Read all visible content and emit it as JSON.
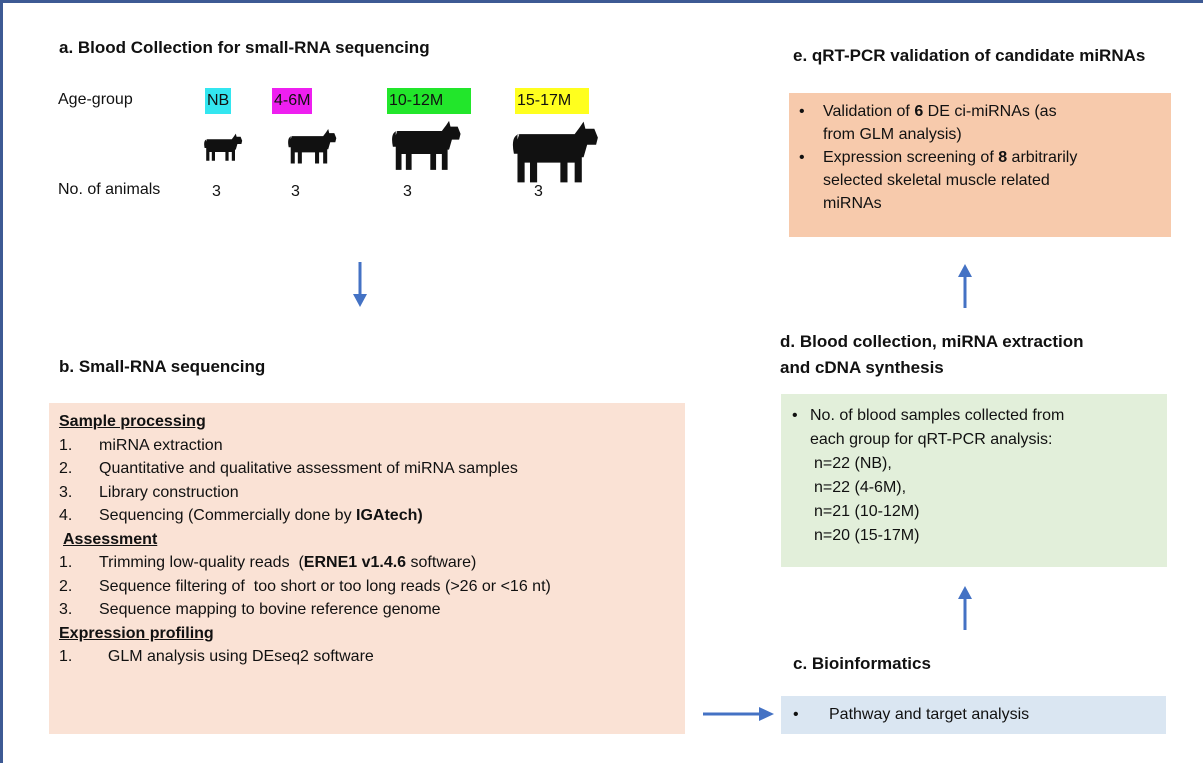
{
  "section_a": {
    "title": "a. Blood Collection for small-RNA sequencing",
    "age_group_label": "Age-group",
    "animals_label": "No. of animals",
    "groups": [
      {
        "label": "NB",
        "color": "#33e6f0",
        "count": "3"
      },
      {
        "label": "4-6M",
        "color": "#ee1ff0",
        "count": "3"
      },
      {
        "label": "10-12M",
        "color": "#22e62b",
        "count": "3"
      },
      {
        "label": "15-17M",
        "color": "#ffff1e",
        "count": "3"
      }
    ]
  },
  "section_b": {
    "title": "b. Small-RNA sequencing",
    "box_color": "#fae2d5",
    "groups": [
      {
        "heading": "Sample processing",
        "items": [
          {
            "num": "1.",
            "text": "miRNA extraction"
          },
          {
            "num": "2.",
            "text": "Quantitative and qualitative assessment of miRNA samples"
          },
          {
            "num": "3.",
            "text": "Library construction"
          },
          {
            "num": "4.",
            "text": "Sequencing (Commercially done by ",
            "bold": "IGAtech)",
            "after": ""
          }
        ]
      },
      {
        "heading": "Assessment",
        "items": [
          {
            "num": "1.",
            "text": "Trimming low-quality reads  (",
            "bold": "ERNE1 v1.4.6",
            "after": " software)"
          },
          {
            "num": "2.",
            "text": "Sequence filtering of  too short or too long reads (>26 or <16 nt)"
          },
          {
            "num": "3.",
            "text": "Sequence mapping to bovine reference genome"
          }
        ]
      },
      {
        "heading": "Expression profiling",
        "items": [
          {
            "num": "1.",
            "text": "  GLM analysis using DEseq2 software"
          }
        ]
      }
    ]
  },
  "section_c": {
    "title": "c. Bioinformatics",
    "box_color": "#dae6f2",
    "bullet": "•",
    "item": "Pathway and target analysis"
  },
  "section_d": {
    "title_line1": "d. Blood collection, miRNA extraction",
    "title_line2": "and cDNA synthesis",
    "box_color": "#e2efda",
    "bullet": "•",
    "line1": "No. of blood samples collected from",
    "line2": "each group for qRT-PCR analysis:",
    "samples": [
      "n=22 (NB),",
      "n=22 (4-6M),",
      "n=21 (10-12M)",
      "n=20 (15-17M)"
    ]
  },
  "section_e": {
    "title": "e. qRT-PCR validation of candidate miRNAs",
    "box_color": "#f7caac",
    "bullet": "•",
    "item1_pre": "Validation of ",
    "item1_bold": "6",
    "item1_post": " DE ci-miRNAs (as",
    "item1_line2": "from GLM analysis)",
    "item2_pre": "Expression screening of ",
    "item2_bold": "8",
    "item2_post": " arbitrarily",
    "item2_line2": "selected skeletal muscle related",
    "item2_line3": "miRNAs"
  },
  "colors": {
    "arrow": "#4472c4",
    "border": "#3d5a94"
  }
}
